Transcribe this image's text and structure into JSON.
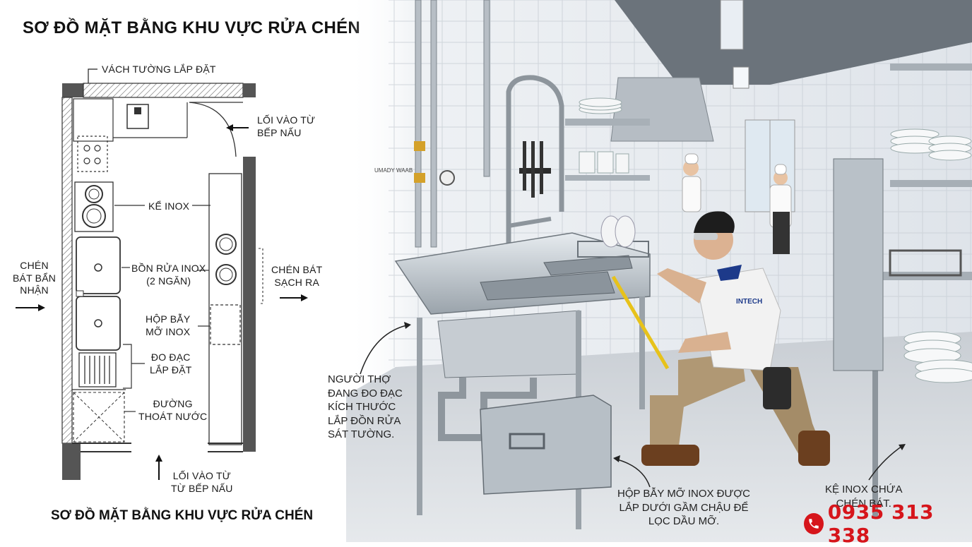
{
  "plan": {
    "title": "SƠ ĐỒ MẶT BẰNG KHU VỰC RỬA CHÉN",
    "caption": "SƠ ĐỒ MẶT BẰNG KHU VỰC RỬA CHÉN",
    "labels": {
      "wall": "VÁCH TƯỜNG LẮP ĐẶT",
      "entry_top_1": "LỐI VÀO TỪ",
      "entry_top_2": "BẾP NẤU",
      "shelf": "KỂ INOX",
      "sink_1": "BỒN RỬA INOX",
      "sink_2": "(2 NGĂN)",
      "grease_1": "HỘP BẪY",
      "grease_2": "MỠ INOX",
      "measure_1": "ĐO ĐẠC",
      "measure_2": "LẮP ĐẶT",
      "drain_1": "ĐƯỜNG",
      "drain_2": "THOÁT NƯỚC",
      "dirty_1": "CHÉN",
      "dirty_2": "BÁT BẨN",
      "dirty_3": "NHẬN",
      "clean_1": "CHÉN BÁT",
      "clean_2": "SẠCH RA",
      "entry_bottom_1": "LỐI VÀO TỪ",
      "entry_bottom_2": "TỪ BẾP NẤU"
    }
  },
  "photo": {
    "callouts": {
      "worker": [
        "NGƯỜI THỢ",
        "ĐANG ĐO ĐẠC",
        "KÍCH THƯỚC",
        "LẮP ĐỒN RỬA",
        "SÁT TƯỜNG."
      ],
      "grease": [
        "HỘP BẪY MỠ INOX ĐƯỢC",
        "LẮP DƯỚI GẦM CHẬU ĐỂ",
        "LỌC DẦU MỠ."
      ],
      "shelf": [
        "KỆ INOX CHỨA",
        "CHÉN BÁT."
      ]
    },
    "shirt_logo": "INTECH",
    "pipe_label": "UMADY WAAB"
  },
  "contact": {
    "phone": "0935 313 338"
  },
  "colors": {
    "accent_red": "#d6151b",
    "steel": "#b9c1c8",
    "wall_tile": "#eef1f4"
  }
}
